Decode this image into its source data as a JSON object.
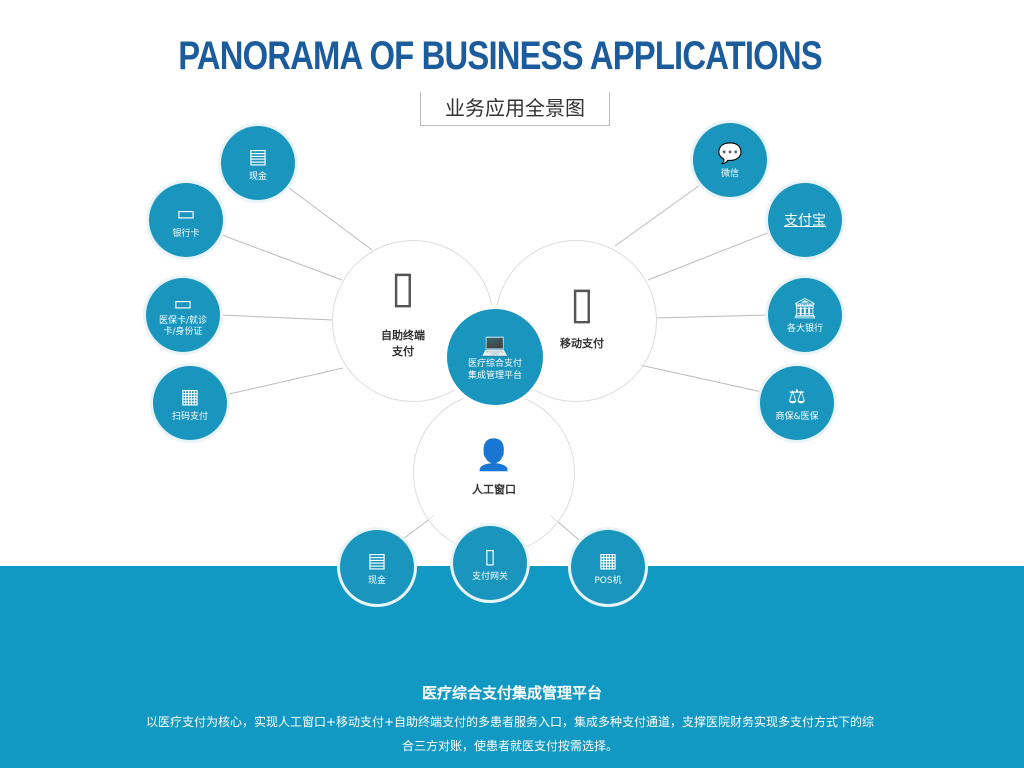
{
  "title": "PANORAMA OF BUSINESS APPLICATIONS",
  "subtitle": "业务应用全景图",
  "core": {
    "label": "医疗综合支付集成管理平台",
    "icon": "laptop-icon"
  },
  "channels": {
    "self_service": "自助终端支付",
    "mobile": "移动支付",
    "manual": "人工窗口"
  },
  "left_nodes": [
    {
      "label": "现金",
      "icon": "cash-icon"
    },
    {
      "label": "银行卡",
      "icon": "bank-card-icon"
    },
    {
      "label": "医保卡/就诊卡/身份证",
      "icon": "id-card-icon"
    },
    {
      "label": "扫码支付",
      "icon": "qr-code-icon"
    }
  ],
  "right_nodes": [
    {
      "label": "微信",
      "icon": "wechat-icon"
    },
    {
      "label": "支付宝",
      "icon": "alipay-icon"
    },
    {
      "label": "各大银行",
      "icon": "bank-icon"
    },
    {
      "label": "商保&医保",
      "icon": "scale-icon"
    }
  ],
  "bottom_nodes": [
    {
      "label": "现金",
      "icon": "cash-icon"
    },
    {
      "label": "支付网关",
      "icon": "tablet-icon"
    },
    {
      "label": "POS机",
      "icon": "pos-icon"
    }
  ],
  "description": {
    "title": "医疗综合支付集成管理平台",
    "text": "以医疗支付为核心，实现人工窗口+移动支付+自助终端支付的多患者服务入口，集成多种支付通道，支撑医院财务实现多支付方式下的综合三方对账，使患者就医支付按需选择。"
  },
  "colors": {
    "accent": "#1a95bd",
    "band": "#1199c3",
    "title": "#1b5c9c"
  }
}
